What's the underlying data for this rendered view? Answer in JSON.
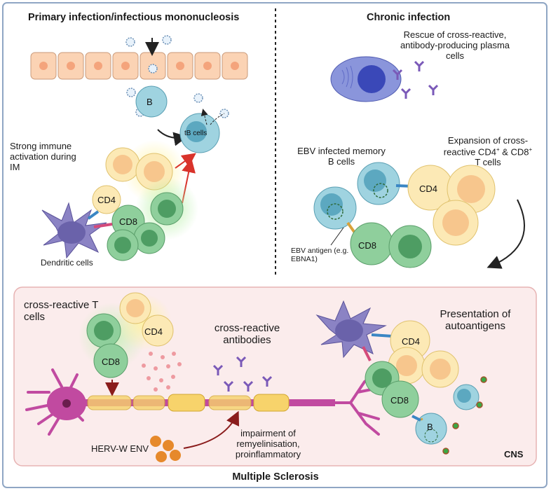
{
  "panels": {
    "primary": {
      "title": "Primary infection/infectious mononucleosis",
      "immune_activation": [
        "Strong immune",
        "activation during",
        "IM"
      ],
      "dendritic_label": "Dendritic cells",
      "b_label": "B",
      "tb_label": "tB cells",
      "cd4_label": "CD4",
      "cd8_label": "CD8"
    },
    "chronic": {
      "title": "Chronic infection",
      "rescue": [
        "Rescue of cross-reactive,",
        "antibody-producing plasma",
        "cells"
      ],
      "ebv_memory": [
        "EBV infected memory",
        "B cells"
      ],
      "expansion_line1": "Expansion of cross-",
      "expansion_line2_a": "reactive CD4",
      "expansion_sup1": "+",
      "expansion_line2_b": " & CD8",
      "expansion_sup2": "+",
      "expansion_line3": "T cells",
      "antigen": [
        "EBV antigen (e.g.",
        "EBNA1)"
      ],
      "cd4_label": "CD4",
      "cd8_label": "CD8"
    },
    "ms": {
      "cross_t": [
        "cross-reactive T",
        "cells"
      ],
      "cross_ab": [
        "cross-reactive",
        "antibodies"
      ],
      "presentation": [
        "Presentation of",
        "autoantigens"
      ],
      "herv": "HERV-W ENV",
      "impairment": [
        "impairment of",
        "remyelinisation,",
        "proinflammatory"
      ],
      "cns": "CNS",
      "cd4_label": "CD4",
      "cd8_label": "CD8",
      "b_label": "B"
    }
  },
  "footer": {
    "title": "Multiple Sclerosis"
  },
  "colors": {
    "border": "#8fa6c4",
    "cns_fill": "#fbecec",
    "cns_border": "#e7b3b3",
    "cd4": "#fce9b5",
    "cd8": "#8fcf9c",
    "b_cell": "#9fd3e0",
    "dendritic": "#8b83c4",
    "neuron": "#c14aa0",
    "plasma": "#5b67c8",
    "epithelium": "#fbd3b4",
    "red_arrow": "#d9332b",
    "herv": "#e6892b"
  }
}
